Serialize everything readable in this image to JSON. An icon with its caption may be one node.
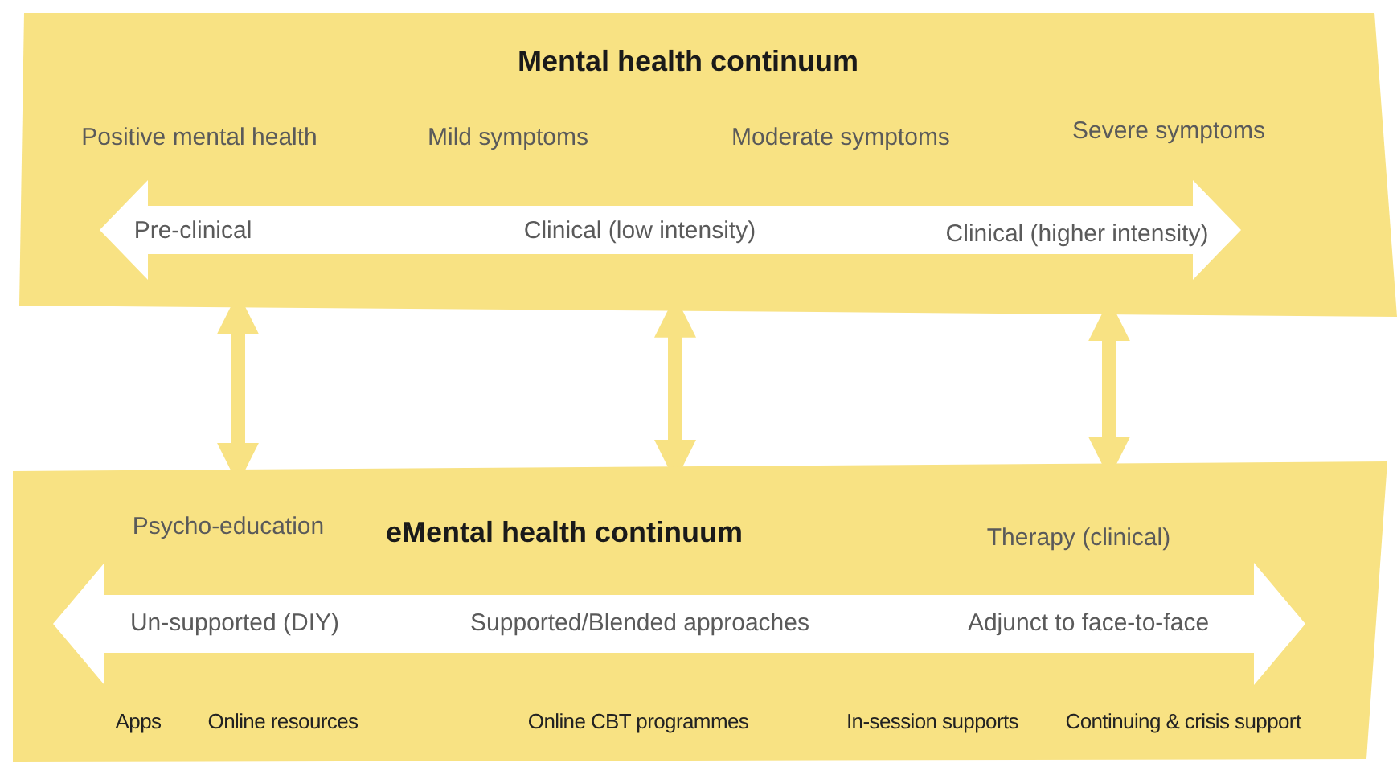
{
  "diagram": {
    "nodes": [
      {
        "text": [
          "Mental health continuum",
          "Positive mental health",
          "Mild symptoms",
          "Moderate symptoms",
          "Severe symptoms"
        ]
      },
      {
        "text": [
          "Pre-clinical",
          "Clinical (low intensity)",
          "Clinical (higher intensity)"
        ],
        "in": 0
      },
      {
        "text": [
          "Psycho-education",
          "eMental health continuum",
          "Therapy (clinical)",
          "Apps",
          "Online resources",
          "Online CBT programmes",
          "In-session supports",
          "Continuing & crisis support"
        ]
      },
      {
        "text": [
          "Un-supported (DIY)",
          "Supported/Blended approaches",
          "Adjunct to face-to-face"
        ],
        "in": 2
      }
    ],
    "edges": [
      {
        "from": 0,
        "to": 2,
        "arrow": "both"
      },
      {
        "from": 0,
        "to": 2,
        "arrow": "both"
      },
      {
        "from": 0,
        "to": 2,
        "arrow": "both"
      }
    ]
  }
}
